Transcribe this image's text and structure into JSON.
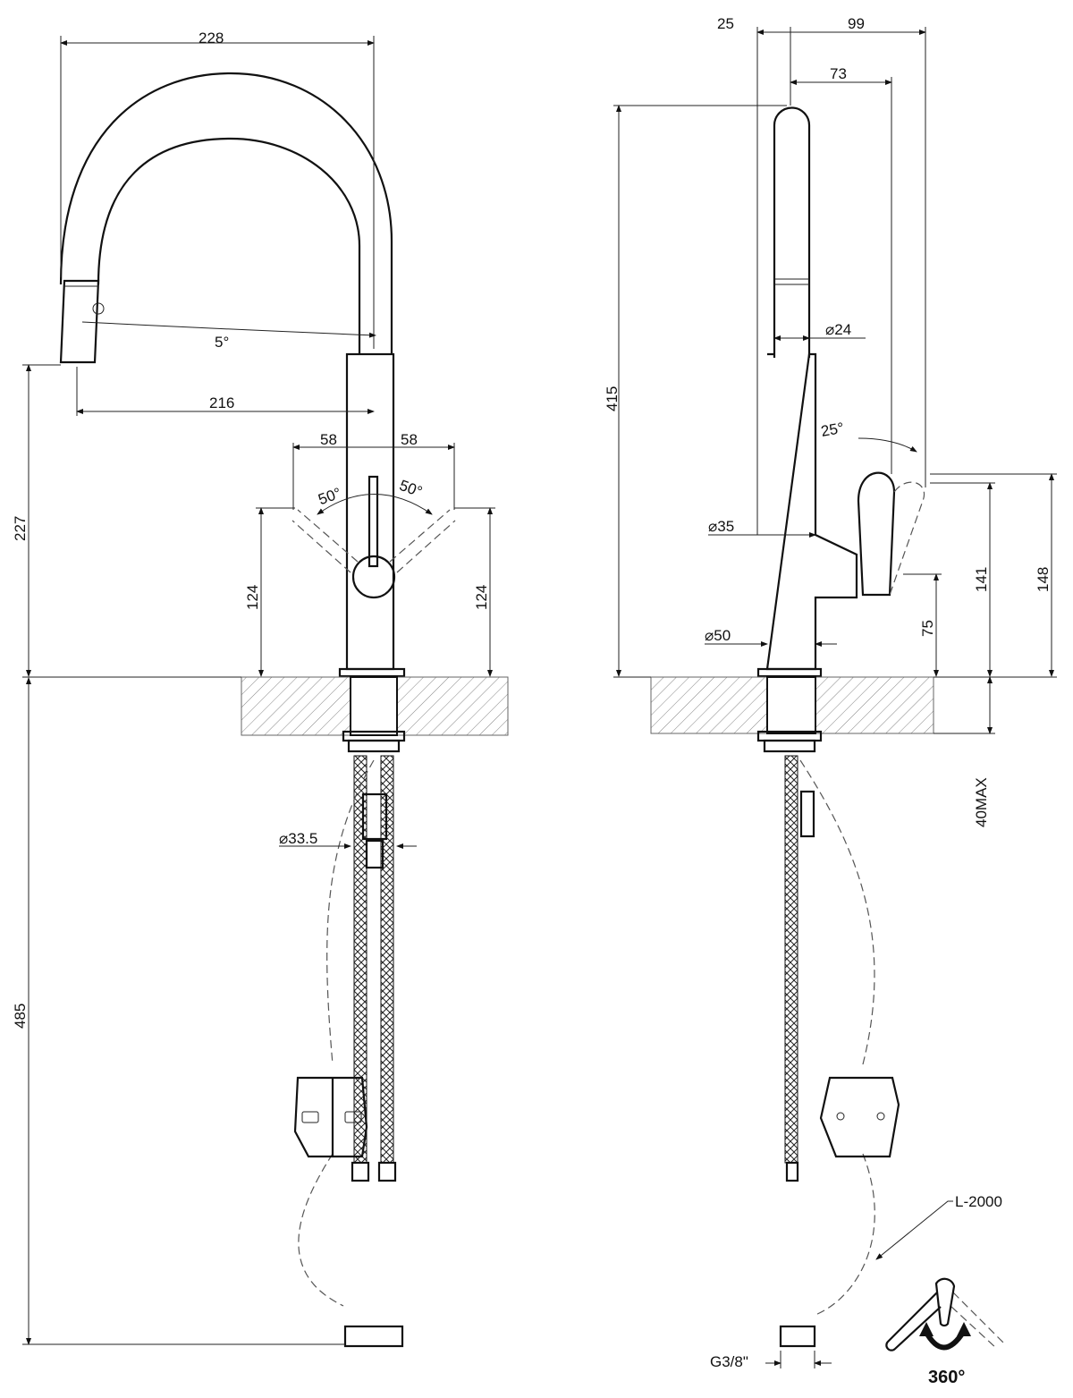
{
  "front_view": {
    "dim_total_reach": "228",
    "dim_spout_angle": "5°",
    "dim_spout_reach": "216",
    "dim_lever_left": "58",
    "dim_lever_right": "58",
    "dim_angle_left": "50°",
    "dim_angle_right": "50°",
    "dim_lever_height_left": "124",
    "dim_lever_height_right": "124",
    "dim_spout_height": "227",
    "dim_hose_length": "485",
    "dim_shank_diameter": "⌀33.5"
  },
  "side_view": {
    "dim_offset": "25",
    "dim_depth": "99",
    "dim_lever_depth": "73",
    "dim_total_height": "415",
    "dim_spray_diameter": "⌀24",
    "dim_lever_angle": "25°",
    "dim_body_diameter": "⌀35",
    "dim_base_diameter": "⌀50",
    "dim_lever_low": "75",
    "dim_lever_mid": "141",
    "dim_lever_top": "148",
    "dim_counter_thickness": "40MAX",
    "dim_hose_total": "L-2000",
    "dim_connection": "G3/8\""
  },
  "rotation_icon": {
    "label": "360°"
  }
}
